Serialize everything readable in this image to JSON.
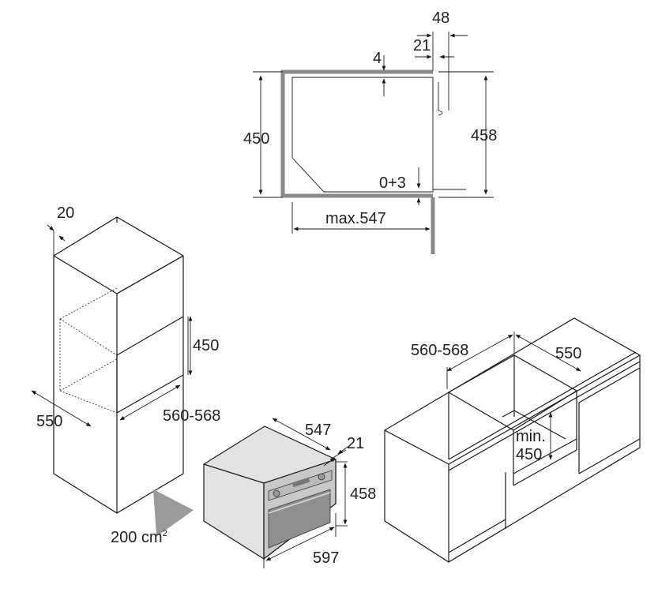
{
  "section_view": {
    "dim_48": "48",
    "dim_21": "21",
    "dim_4": "4",
    "dim_450": "450",
    "dim_458": "458",
    "dim_0_3": "0+3",
    "dim_max547": "max.547"
  },
  "column_cabinet": {
    "dim_20": "20",
    "dim_450": "450",
    "dim_550": "550",
    "dim_560_568": "560-568",
    "vent_area": "200 cm",
    "vent_area_sup": "2"
  },
  "appliance": {
    "dim_547": "547",
    "dim_21": "21",
    "dim_458": "458",
    "dim_597": "597"
  },
  "base_cabinet": {
    "dim_560_568": "560-568",
    "dim_550": "550",
    "dim_min": "min.",
    "dim_450": "450"
  },
  "colors": {
    "line": "#1a1a1a",
    "panel": "#8a8a8a",
    "arrow": "#9a9a9a",
    "oven_body": "#d9d9d9"
  }
}
